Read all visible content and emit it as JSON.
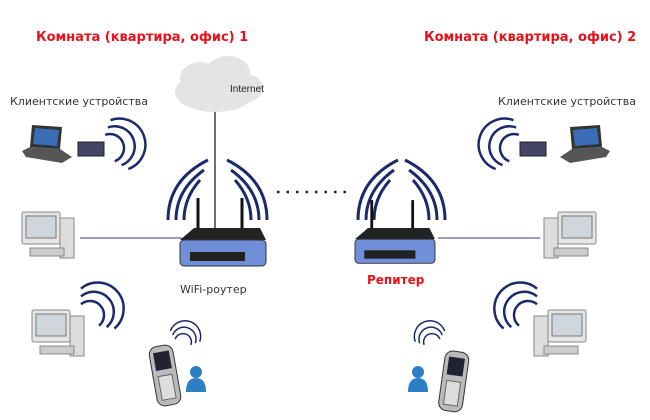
{
  "rooms": {
    "room1": "Комната (квартира, офис) 1",
    "room2": "Комната (квартира, офис) 2"
  },
  "clients_left": "Клиентские устройства",
  "clients_right": "Клиентские устройства",
  "internet": "Internet",
  "router_label": "WiFi-роутер",
  "repeater_label": "Репитер",
  "colors": {
    "title": "#e8101a",
    "wave": "#1a2a6c",
    "device_blue": "#6f8fd8",
    "link_line": "#7a78b8"
  }
}
